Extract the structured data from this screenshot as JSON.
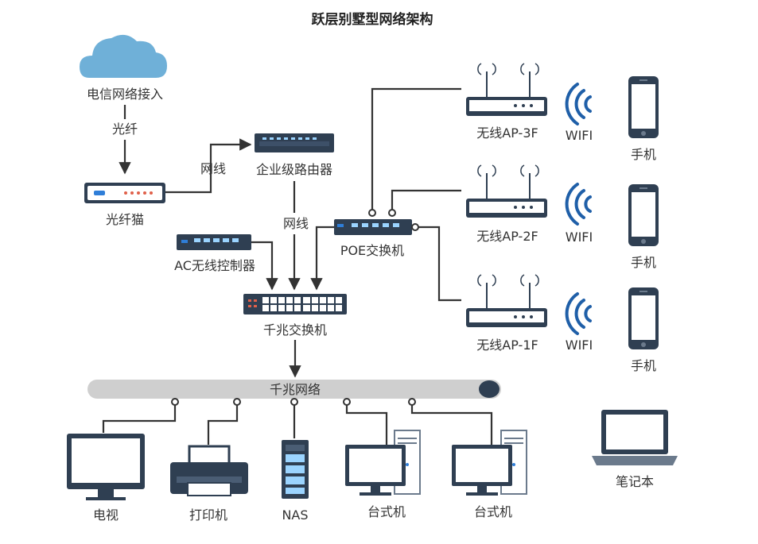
{
  "title": "跃层别墅型网络架构",
  "labels": {
    "telecom_access": "电信网络接入",
    "fiber": "光纤",
    "optical_modem": "光纤猫",
    "cable_1": "网线",
    "enterprise_router": "企业级路由器",
    "cable_2": "网线",
    "ac_controller": "AC无线控制器",
    "poe_switch": "POE交换机",
    "gigabit_switch": "千兆交换机",
    "gigabit_network": "千兆网络",
    "ap_3f": "无线AP-3F",
    "ap_2f": "无线AP-2F",
    "ap_1f": "无线AP-1F",
    "wifi_1": "WIFI",
    "wifi_2": "WIFI",
    "wifi_3": "WIFI",
    "phone_1": "手机",
    "phone_2": "手机",
    "phone_3": "手机",
    "tv": "电视",
    "printer": "打印机",
    "nas": "NAS",
    "desktop_1": "台式机",
    "desktop_2": "台式机",
    "laptop": "笔记本"
  },
  "colors": {
    "cloud": "#6fb0d8",
    "device_dark": "#2f3f52",
    "device_border": "#1f2b3a",
    "accent_blue": "#2f7ed8",
    "screen": "#ffffff",
    "wifi": "#1f5fa8",
    "bus": "#cfcfcf",
    "wire": "#333333"
  }
}
